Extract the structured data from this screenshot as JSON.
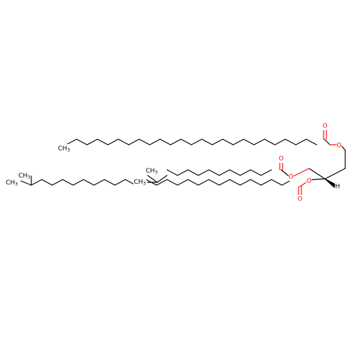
{
  "molecule": {
    "labels": {
      "ch3_top": "CH3",
      "ch3_mid": "CH3",
      "ch3_bot": "CH3",
      "ch3_mid_branch": "CH3",
      "ch3_bot_branch": "CH3",
      "o_ester_top": "O",
      "o_carbonyl_top": "O",
      "o_ester_mid": "O",
      "o_carbonyl_mid": "O",
      "o_ester_bot": "O",
      "o_carbonyl_bot": "O",
      "h_stereo": "H"
    },
    "colors": {
      "bond": "#000000",
      "oxygen": "#ff0d0d"
    }
  }
}
